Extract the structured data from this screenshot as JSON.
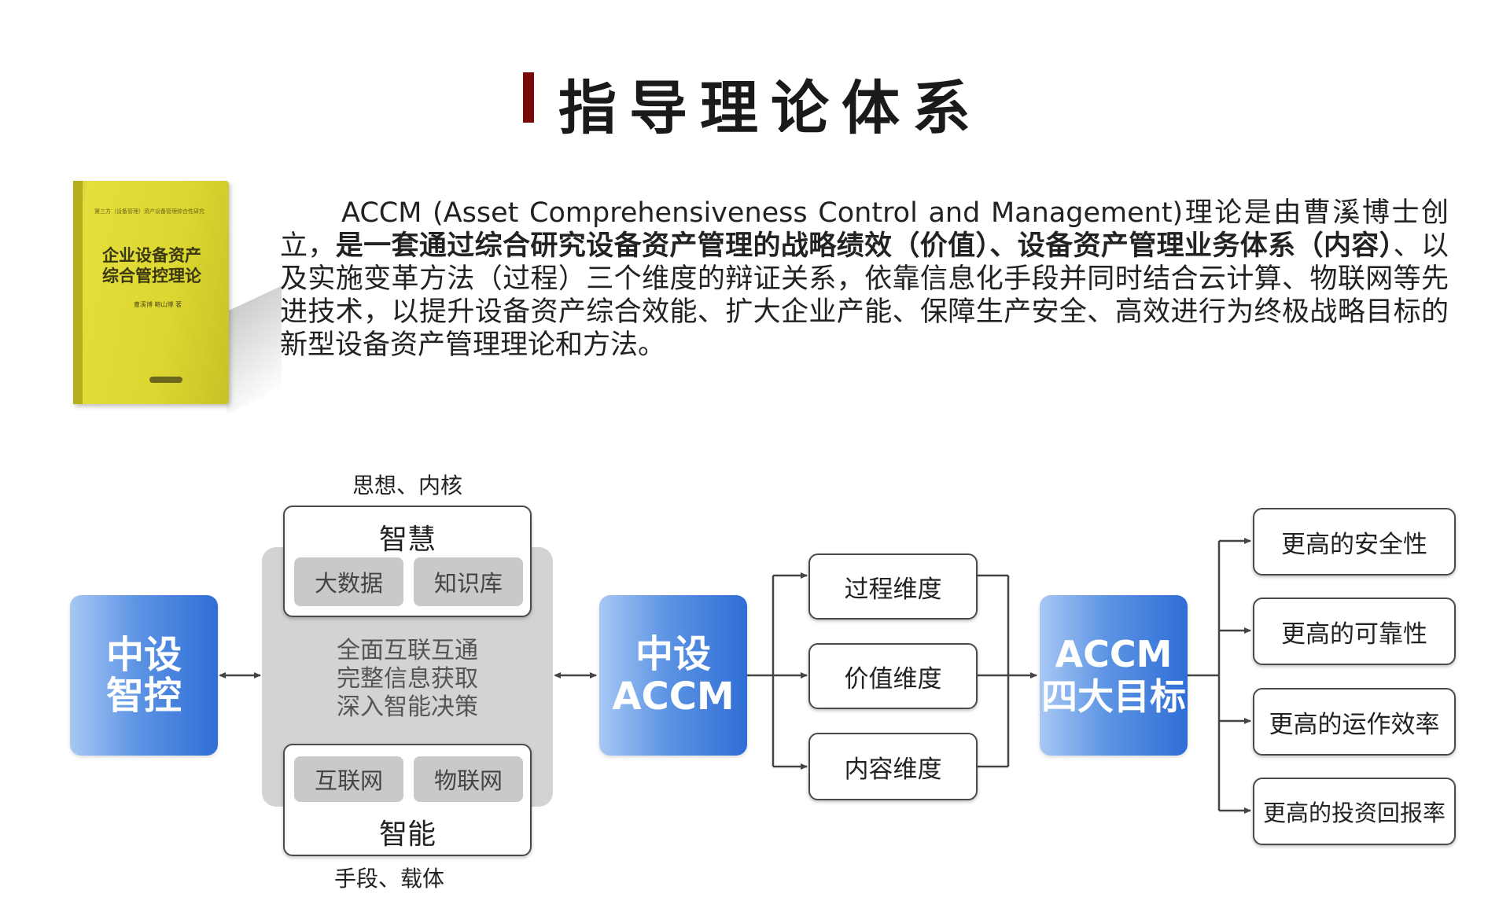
{
  "title": "指导理论体系",
  "book": {
    "title_line1": "企业设备资产",
    "title_line2": "综合管控理论",
    "top_text": "第三方（设备管理）资产设备管理综合性研究",
    "author": "曹溪博 鲍山博 著"
  },
  "intro": {
    "lead": "ACCM (Asset Comprehensiveness Control and Management)理论是由曹溪博士创立，",
    "bold": "是一套通过综合研究设备资产管理的战略绩效（价值）、设备资产管理业务体系（内容）",
    "rest": "、以及实施变革方法（过程）三个维度的辩证关系，依靠信息化手段并同时结合云计算、物联网等先进技术，以提升设备资产综合效能、扩大企业产能、保障生产安全、高效进行为终极战略目标的新型设备资产管理理论和方法。"
  },
  "diagram": {
    "left_box": {
      "line1": "中设",
      "line2": "智控"
    },
    "label_top": "思想、内核",
    "top_box": {
      "title": "智慧",
      "pills": [
        "大数据",
        "知识库"
      ]
    },
    "center_text": [
      "全面互联互通",
      "完整信息获取",
      "深入智能决策"
    ],
    "bottom_box": {
      "title": "智能",
      "pills": [
        "互联网",
        "物联网"
      ]
    },
    "label_bottom": "手段、载体",
    "middle_box": {
      "line1": "中设",
      "line2": "ACCM"
    },
    "dimensions": [
      "过程维度",
      "价值维度",
      "内容维度"
    ],
    "goal_box": {
      "line1": "ACCM",
      "line2": "四大目标"
    },
    "goals": [
      "更高的安全性",
      "更高的可靠性",
      "更高的运作效率",
      "更高的投资回报率"
    ]
  },
  "colors": {
    "title_accent": "#7a0a0a",
    "blue_light": "#a8c8f4",
    "blue_dark": "#2f6ed6",
    "panel_gray": "#d3d3d3",
    "pill_gray": "#c9c9c9"
  }
}
